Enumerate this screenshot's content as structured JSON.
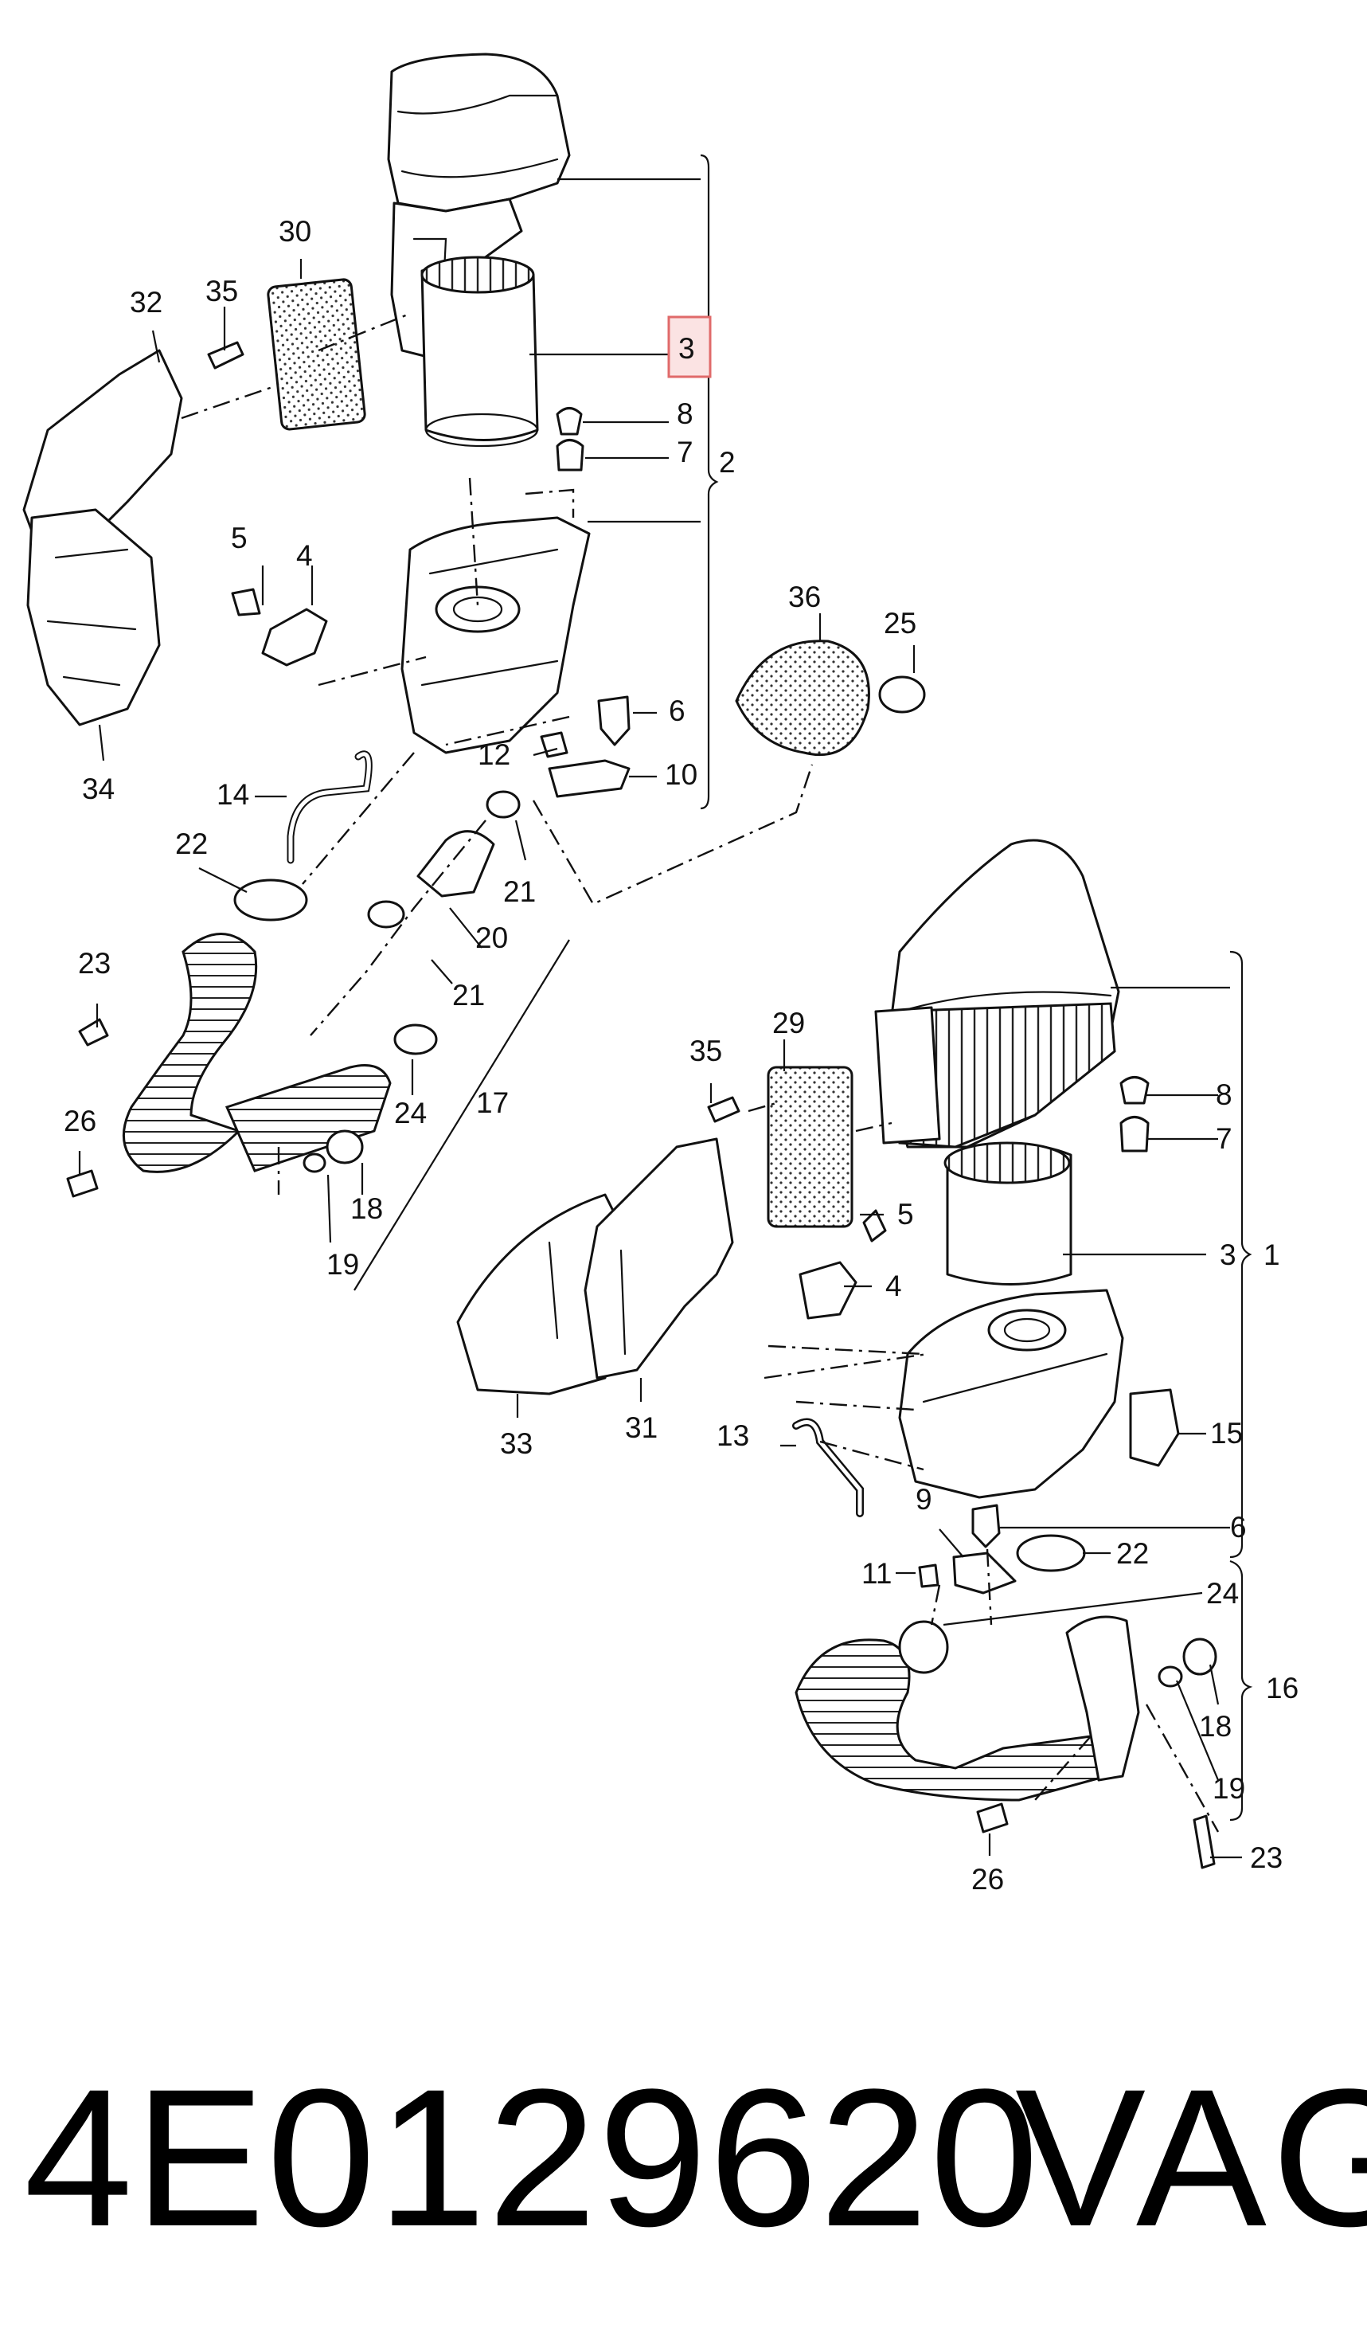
{
  "upper_assembly": {
    "callouts": [
      "30",
      "35",
      "32",
      "3",
      "8",
      "7",
      "2",
      "5",
      "4",
      "36",
      "25",
      "6",
      "12",
      "10",
      "14",
      "22",
      "21",
      "20",
      "21",
      "23",
      "26",
      "24",
      "17",
      "18",
      "19",
      "34"
    ]
  },
  "lower_assembly": {
    "callouts": [
      "29",
      "35",
      "5",
      "4",
      "8",
      "7",
      "3",
      "1",
      "15",
      "6",
      "13",
      "9",
      "11",
      "22",
      "24",
      "16",
      "18",
      "19",
      "23",
      "26",
      "33",
      "31"
    ]
  },
  "caption": {
    "part_number": "4E0129620",
    "brand": "VAG"
  },
  "colors": {
    "line": "#111111",
    "highlight_box": "#e06a6a",
    "highlight_fill": "#fbe3e3",
    "background": "#ffffff"
  }
}
